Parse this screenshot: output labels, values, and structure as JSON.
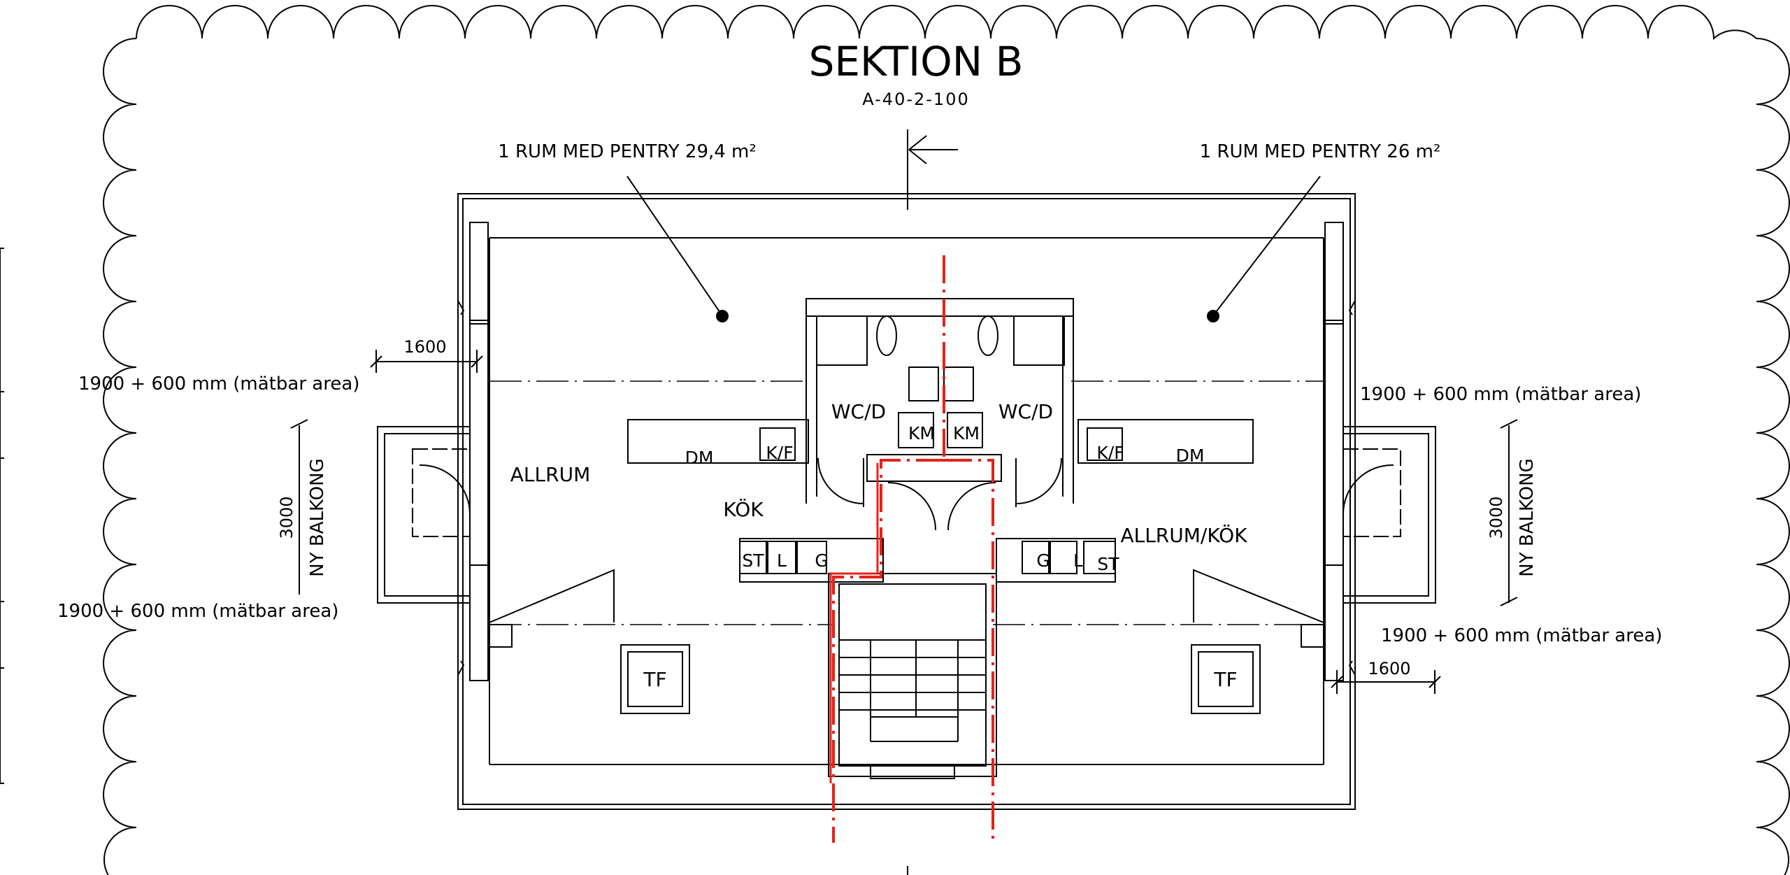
{
  "drawing": {
    "title": "SEKTION B",
    "subtitle": "A-40-2-100",
    "unit_left_label": "1 RUM MED PENTRY 29,4 m²",
    "unit_right_label": "1 RUM MED PENTRY 26 m²",
    "measurements": {
      "left_upper": "1900 + 600 mm (mätbar area)",
      "left_lower": "1900 + 600 mm (mätbar area)",
      "right_upper": "1900 + 600 mm (mätbar area)",
      "right_lower": "1900 + 600 mm (mätbar area)"
    },
    "dimensions": {
      "width_left": "1600",
      "width_right": "1600",
      "balcony_left": "3000",
      "balcony_right": "3000"
    },
    "balcony_left_label": "NY BALKONG",
    "balcony_right_label": "NY BALKONG",
    "rooms": {
      "allrum": "ALLRUM",
      "kok": "KÖK",
      "allrum_kok": "ALLRUM/KÖK",
      "wcd_left": "WC/D",
      "wcd_right": "WC/D",
      "km_left": "KM",
      "km_right": "KM",
      "dm_left": "DM",
      "dm_right": "DM",
      "kf_left": "K/F",
      "kf_right": "K/F",
      "st_left": "ST",
      "l_left": "L",
      "g_left": "G",
      "st_right": "ST",
      "l_right": "L",
      "g_right": "G",
      "tf_left": "TF",
      "tf_right": "TF"
    },
    "colors": {
      "line": "#000000",
      "markup": "#e3231b",
      "background": "#ffffff"
    }
  }
}
